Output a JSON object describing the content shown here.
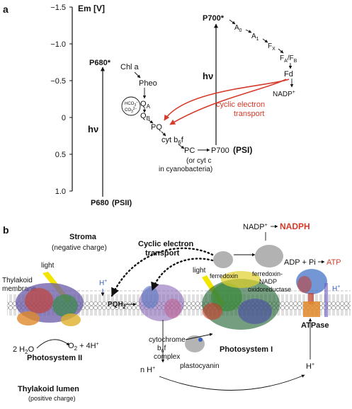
{
  "panel_a": {
    "label": "a",
    "axis": {
      "title": "Em [V]",
      "ticks": [
        "−1.5",
        "−1.0",
        "−0.5",
        "0",
        "0.5",
        "1.0"
      ]
    },
    "species": {
      "p680_star": "P680*",
      "chl_a": "Chl a",
      "pheo": "Pheo",
      "qa": "Q",
      "qa_sub": "A",
      "qb": "Q",
      "qb_sub": "B",
      "hco3": "HCO",
      "hco3_sub": "3",
      "hco3_sup": "−",
      "co3": "CO",
      "co3_sub": "3",
      "co3_sup": "2−",
      "pq": "PQ",
      "cyt": "cyt b",
      "cyt_sub": "6",
      "cyt_end": "f",
      "pc": "PC",
      "pc_alt_1": "(or cyt c",
      "pc_alt_2": "in cyanobacteria)",
      "p700": "P700",
      "p680_bottom": "P680",
      "psii": "(PSII)",
      "psi": "(PSI)",
      "p700_star": "P700*",
      "a0": "A",
      "a0_sub": "0",
      "a1": "A",
      "a1_sub": "1",
      "fx": "F",
      "fx_sub": "X",
      "fafb": "F",
      "fa_sub": "A",
      "fb": "/F",
      "fb_sub": "B",
      "fd": "Fd",
      "nadp": "NADP",
      "nadp_sup": "+",
      "hv_left": "hν",
      "hv_right": "hν",
      "cyclic_1": "cyclic electron",
      "cyclic_2": "transport"
    }
  },
  "panel_b": {
    "label": "b",
    "stroma": "Stroma",
    "stroma_sub": "(negative charge)",
    "cyclic_1": "Cyclic electron",
    "cyclic_2": "transport",
    "nadp": "NADP",
    "nadp_sup": "+",
    "nadph": "NADPH",
    "adp_pi": "ADP + Pi",
    "atp": "ATP",
    "light_left": "light",
    "light_right": "light",
    "thylakoid_1": "Thylakoid",
    "thylakoid_2": "membrane",
    "h_plus_left": "H",
    "h_plus_sup": "+",
    "ferredoxin": "ferredoxin",
    "fnr_1": "ferredoxin-",
    "fnr_2": "NADP",
    "fnr_3": "oxidoreductase",
    "h_plus_atp": "H",
    "pqh2": "PQH",
    "pqh2_sub": "2",
    "water": "2 H",
    "water_sub": "2",
    "water_end": "O",
    "oxygen": "O",
    "oxygen_sub": "2",
    "oxygen_end": " + 4H",
    "oxygen_sup": "+",
    "photosystem_ii": "Photosystem II",
    "cytochrome_1": "cytochrome",
    "cytochrome_2": "b",
    "cytochrome_2_sub": "6",
    "cytochrome_2_end": "f",
    "cytochrome_3": "complex",
    "plastocyanin": "plastocyanin",
    "photosystem_i": "Photosystem I",
    "atpase": "ATPase",
    "nh_plus": "n H",
    "nh_sup": "+",
    "h_plus_lumen": "H",
    "h_lumen_sup": "+",
    "lumen": "Thylakoid lumen",
    "lumen_sub": "(positive charge)"
  },
  "colors": {
    "red": "#d63a2a",
    "blue": "#3a5ec2",
    "light_beam": "#f2e600"
  }
}
